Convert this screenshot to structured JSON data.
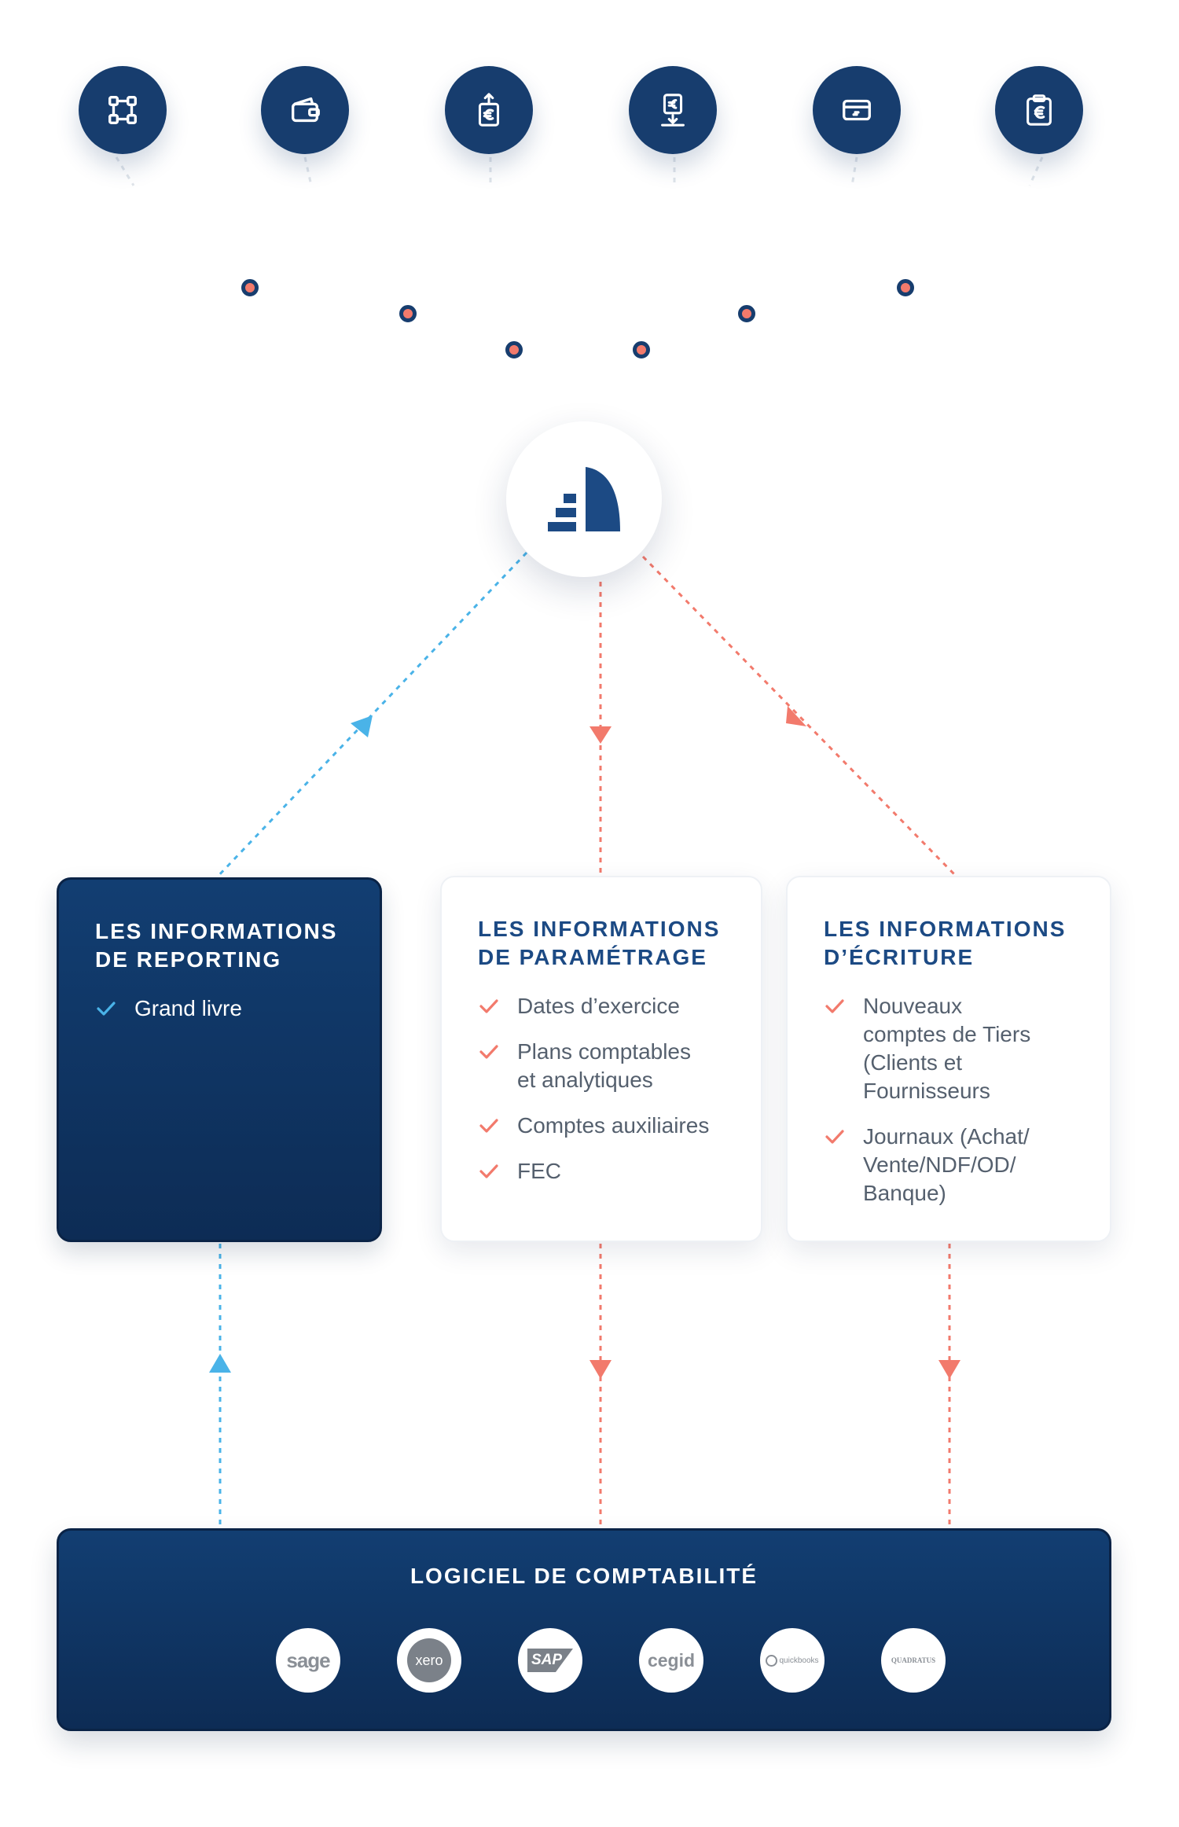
{
  "colors": {
    "navy": "#173d6e",
    "card_dark": "#123e72",
    "accent_blue": "#4ab3e8",
    "accent_red": "#f27a6c",
    "title_blue": "#1c4a84",
    "text_gray": "#55606e"
  },
  "sources": [
    {
      "icon": "nodes-icon"
    },
    {
      "icon": "wallet-icon"
    },
    {
      "icon": "invoice-upload-icon"
    },
    {
      "icon": "receipt-download-icon"
    },
    {
      "icon": "credit-card-icon"
    },
    {
      "icon": "euro-clipboard-icon"
    }
  ],
  "hub": {
    "icon": "platform-logo-icon"
  },
  "cards": {
    "reporting": {
      "title": "LES INFORMATIONS\nDE REPORTING",
      "items": [
        "Grand livre"
      ]
    },
    "parametrage": {
      "title": "LES INFORMATIONS\nDE PARAMÉTRAGE",
      "items": [
        "Dates d’exercice",
        "Plans comptables\net analytiques",
        "Comptes auxiliaires",
        "FEC"
      ]
    },
    "ecriture": {
      "title": "LES INFORMATIONS\nD’ÉCRITURE",
      "items": [
        "Nouveaux\ncomptes de Tiers\n(Clients et\nFournisseurs",
        "Journaux (Achat/\nVente/NDF/OD/\nBanque)"
      ]
    }
  },
  "software": {
    "title": "LOGICIEL DE COMPTABILITÉ",
    "logos": [
      "sage",
      "xero",
      "SAP",
      "cegid",
      "quickbooks",
      "QUADRATUS"
    ]
  }
}
